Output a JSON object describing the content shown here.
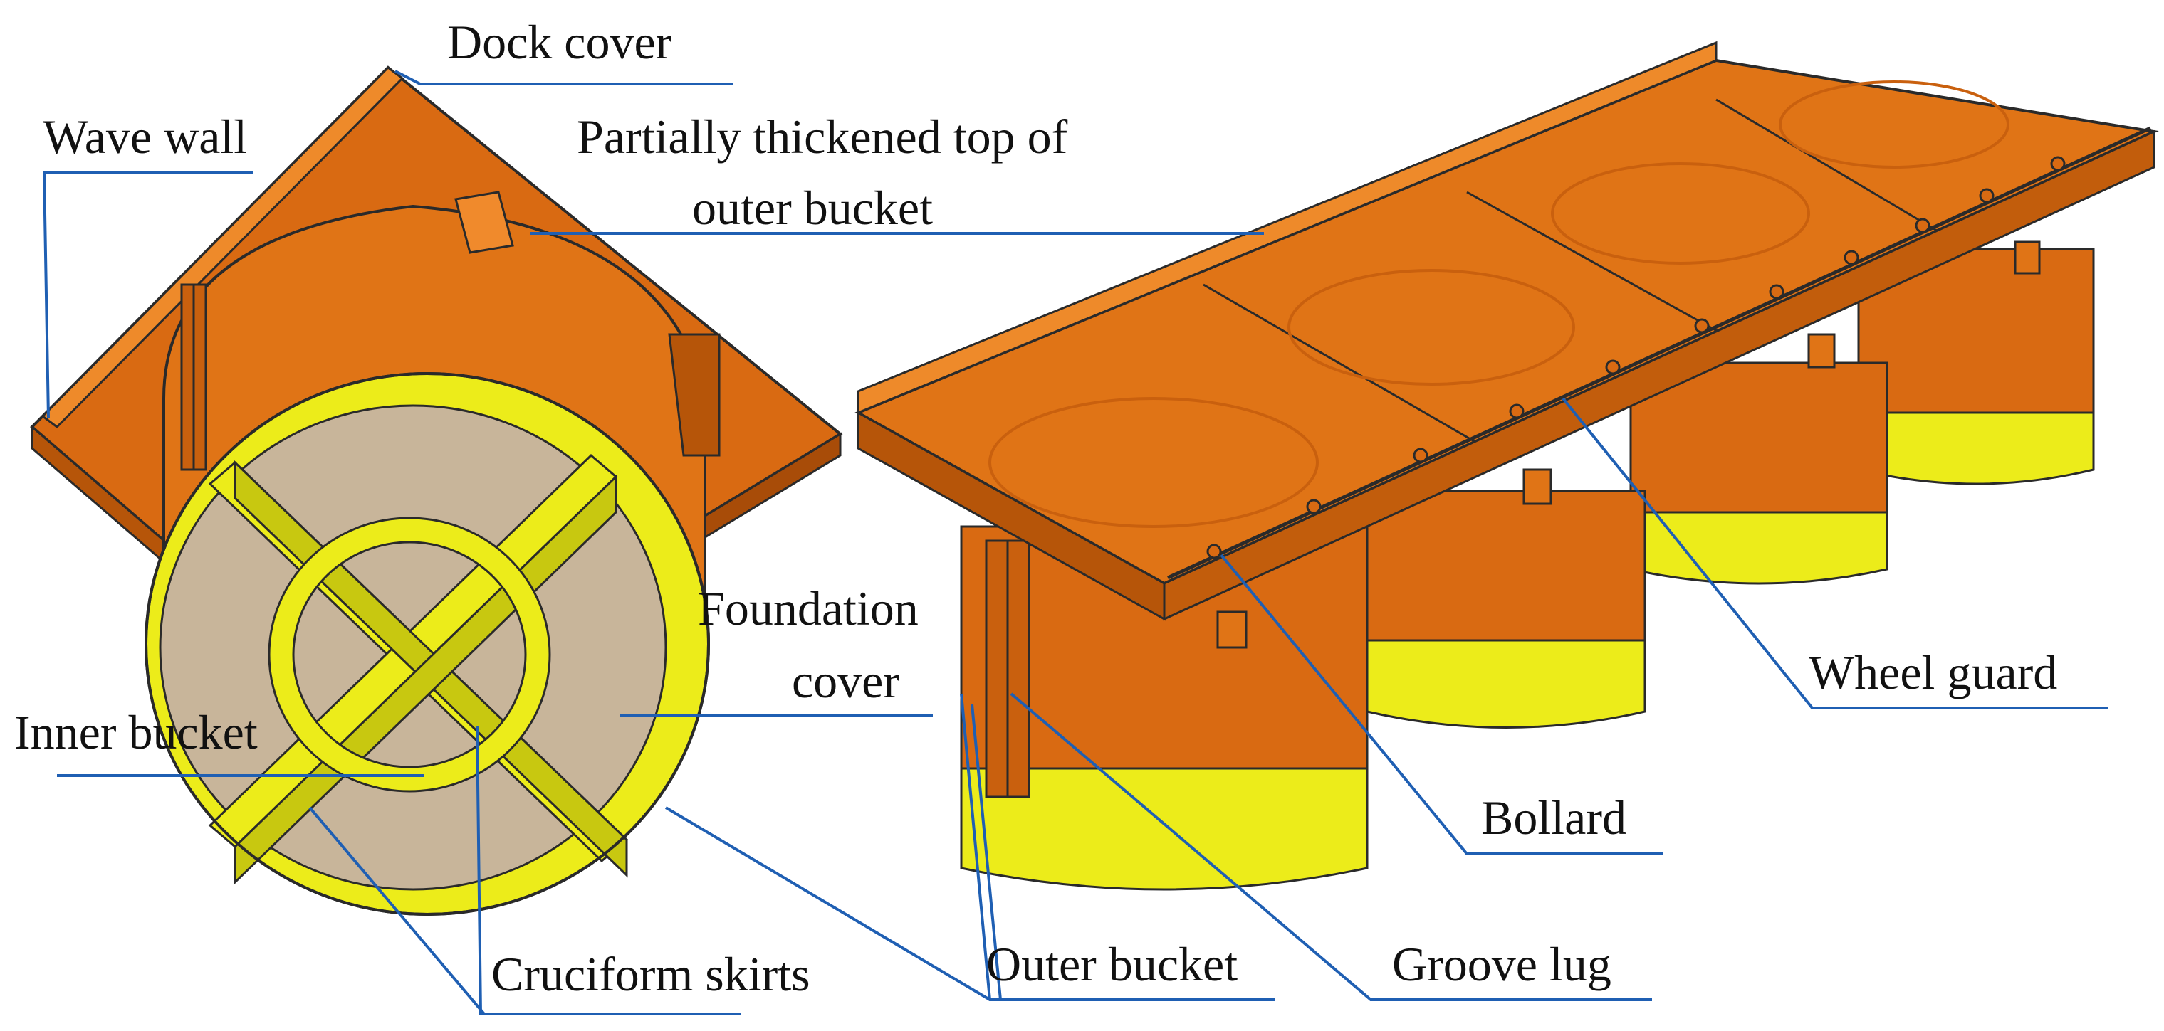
{
  "labels": {
    "dock_cover": "Dock cover",
    "wave_wall": "Wave wall",
    "thickened_top_line1": "Partially thickened top of",
    "thickened_top_line2": "outer bucket",
    "foundation_cover_line1": "Foundation",
    "foundation_cover_line2": "cover",
    "inner_bucket": "Inner bucket",
    "cruciform_skirts": "Cruciform skirts",
    "outer_bucket": "Outer bucket",
    "groove_lug": "Groove lug",
    "bollard": "Bollard",
    "wheel_guard": "Wheel guard"
  },
  "colors": {
    "orange": "#d96a12",
    "orange_dark": "#b65509",
    "orange_light": "#ee8a2a",
    "yellow": "#ecec1a",
    "yellow_dark": "#c8c810",
    "soil": "#c8b59a",
    "leader": "#1f5fb3",
    "outline": "#2a2a2a"
  }
}
